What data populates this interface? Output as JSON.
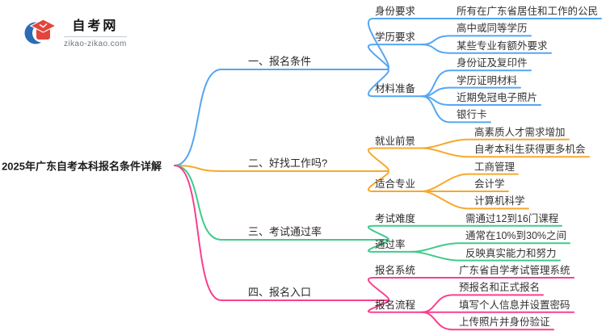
{
  "logo": {
    "site_name": "自考网",
    "site_domain": "zikao-zikao.com"
  },
  "root": {
    "label": "2025年广东自考本科报名条件详解"
  },
  "colors": {
    "branch_blue": "#55a6f2",
    "branch_orange": "#f7a92b",
    "branch_green": "#3ecb8c",
    "branch_pink": "#f9408e",
    "text_dark": "#333333",
    "logo_blue": "#2b6cb4",
    "logo_red": "#e2453c"
  },
  "branches": [
    {
      "label": "一、报名条件",
      "color": "#55a6f2",
      "children": [
        {
          "label": "身份要求",
          "children": [
            {
              "label": "所有在广东省居住和工作的公民"
            }
          ]
        },
        {
          "label": "学历要求",
          "children": [
            {
              "label": "高中或同等学历"
            },
            {
              "label": "某些专业有额外要求"
            }
          ]
        },
        {
          "label": "材料准备",
          "children": [
            {
              "label": "身份证及复印件"
            },
            {
              "label": "学历证明材料"
            },
            {
              "label": "近期免冠电子照片"
            },
            {
              "label": "银行卡"
            }
          ]
        }
      ]
    },
    {
      "label": "二、好找工作吗?",
      "color": "#f7a92b",
      "children": [
        {
          "label": "就业前景",
          "children": [
            {
              "label": "高素质人才需求增加"
            },
            {
              "label": "自考本科生获得更多机会"
            }
          ]
        },
        {
          "label": "适合专业",
          "children": [
            {
              "label": "工商管理"
            },
            {
              "label": "会计学"
            },
            {
              "label": "计算机科学"
            }
          ]
        }
      ]
    },
    {
      "label": "三、考试通过率",
      "color": "#3ecb8c",
      "children": [
        {
          "label": "考试难度",
          "children": [
            {
              "label": "需通过12到16门课程"
            }
          ]
        },
        {
          "label": "通过率",
          "children": [
            {
              "label": "通常在10%到30%之间"
            },
            {
              "label": "反映真实能力和努力"
            }
          ]
        }
      ]
    },
    {
      "label": "四、报名入口",
      "color": "#f9408e",
      "children": [
        {
          "label": "报名系统",
          "children": [
            {
              "label": "广东省自学考试管理系统"
            }
          ]
        },
        {
          "label": "报名流程",
          "children": [
            {
              "label": "预报名和正式报名"
            },
            {
              "label": "填写个人信息并设置密码"
            },
            {
              "label": "上传照片并身份验证"
            }
          ]
        }
      ]
    }
  ]
}
